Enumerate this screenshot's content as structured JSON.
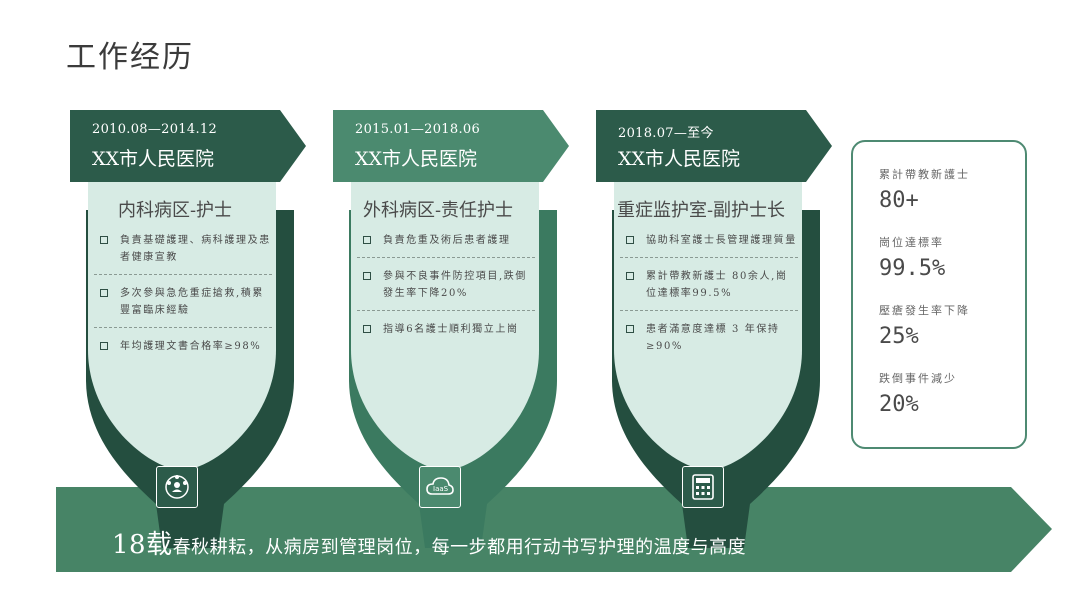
{
  "page": {
    "title": "工作经历"
  },
  "cards": [
    {
      "date": "2010.08—2014.12",
      "hospital": "XX市人民医院",
      "role": "内科病区-护士",
      "bullets": [
        "負責基礎護理、病科護理及患者健康宣教",
        "多次參與急危重症搶救,積累豐富臨床經驗",
        "年均護理文書合格率≥98%"
      ],
      "icon": "people-network-icon",
      "colors": {
        "header": "#2c5b4a",
        "bowl": "#d7ebe4",
        "shadow": "#244e3f"
      }
    },
    {
      "date": "2015.01—2018.06",
      "hospital": "XX市人民医院",
      "role": "外科病区-责任护士",
      "bullets": [
        "負責危重及術后患者護理",
        "參與不良事件防控項目,跌倒發生率下降20%",
        "指導6名護士順利獨立上崗"
      ],
      "icon": "iaas-cloud-icon",
      "colors": {
        "header": "#4b8a6f",
        "bowl": "#d7ebe4",
        "shadow": "#3b7a60"
      }
    },
    {
      "date": "2018.07—至今",
      "hospital": "XX市人民医院",
      "role": "重症监护室-副护士长",
      "bullets": [
        "協助科室護士長管理護理質量",
        "累計帶教新護士 80余人,崗位達標率99.5%",
        "患者滿意度達標 3 年保持 ≥90%"
      ],
      "icon": "calculator-icon",
      "colors": {
        "header": "#2c5b4a",
        "bowl": "#d7ebe4",
        "shadow": "#244e3f"
      }
    }
  ],
  "stats": [
    {
      "label": "累計帶教新護士",
      "value": "80+"
    },
    {
      "label": "崗位達標率",
      "value": "99.5%"
    },
    {
      "label": "壓瘡發生率下降",
      "value": "25%"
    },
    {
      "label": "跌倒事件減少",
      "value": "20%"
    }
  ],
  "banner": {
    "big": "18载",
    "text": "春秋耕耘，从病房到管理岗位，每一步都用行动书写护理的温度与高度",
    "color": "#478466"
  }
}
